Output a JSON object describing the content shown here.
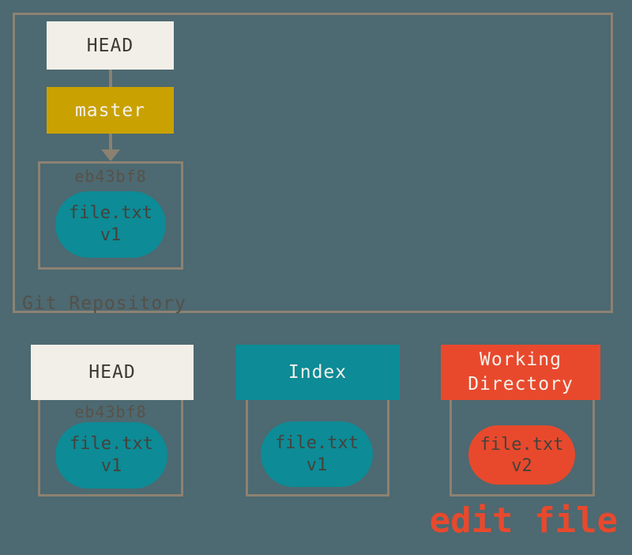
{
  "colors": {
    "background": "#4D6971",
    "box_border": "#8C8272",
    "connector": "#8A8171",
    "head_box_fill": "#F1EFE7",
    "branch_fill": "#C9A100",
    "teal_fill": "#0D8B96",
    "red_fill": "#E8492D",
    "header_dark_text": "#3D3935",
    "pill_text": "#45423C",
    "hash_text": "#57524A",
    "repo_label_text": "#55504A",
    "annotation_text": "#E8492D"
  },
  "repository": {
    "label": "Git Repository",
    "head_box": "HEAD",
    "branch_box": "master",
    "commit": {
      "hash": "eb43bf8",
      "file": "file.txt",
      "version": "v1"
    }
  },
  "trees": [
    {
      "name": "HEAD",
      "hash": "eb43bf8",
      "file": "file.txt",
      "version": "v1"
    },
    {
      "name": "Index",
      "file": "file.txt",
      "version": "v1"
    },
    {
      "name": "Working Directory",
      "file": "file.txt",
      "version": "v2"
    }
  ],
  "annotation": "edit file"
}
